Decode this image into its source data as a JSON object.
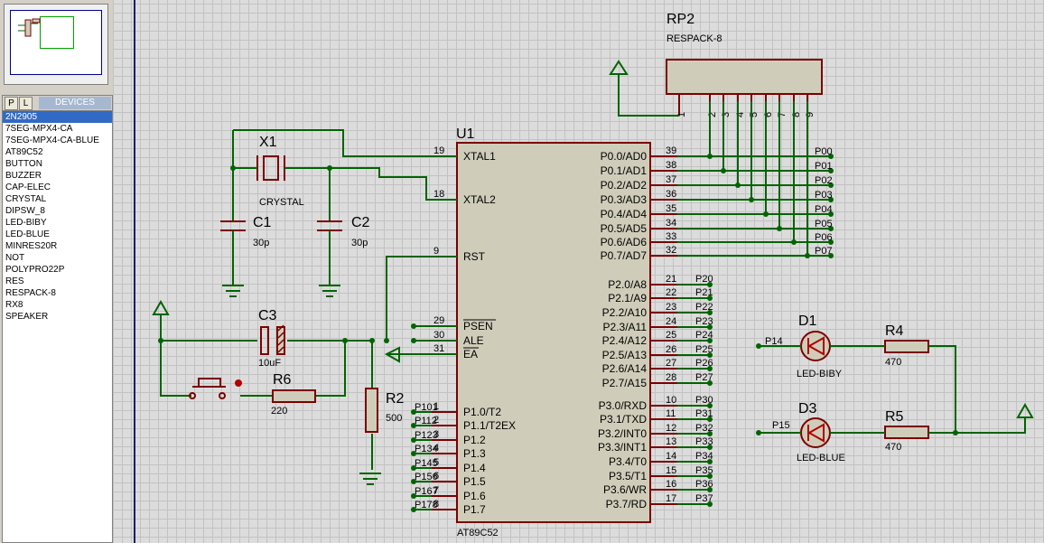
{
  "picker": {
    "tab_p": "P",
    "tab_l": "L",
    "title": "DEVICES",
    "devices": [
      "2N2905",
      "7SEG-MPX4-CA",
      "7SEG-MPX4-CA-BLUE",
      "AT89C52",
      "BUTTON",
      "BUZZER",
      "CAP-ELEC",
      "CRYSTAL",
      "DIPSW_8",
      "LED-BIBY",
      "LED-BLUE",
      "MINRES20R",
      "NOT",
      "POLYPRO22P",
      "RES",
      "RESPACK-8",
      "RX8",
      "SPEAKER"
    ],
    "selected": "2N2905"
  },
  "schematic": {
    "u1": {
      "ref": "U1",
      "value": "AT89C52",
      "left_pins": [
        {
          "num": "19",
          "name": "XTAL1"
        },
        {
          "num": "18",
          "name": "XTAL2"
        },
        {
          "num": "9",
          "name": "RST"
        },
        {
          "num": "29",
          "name": "PSEN"
        },
        {
          "num": "30",
          "name": "ALE"
        },
        {
          "num": "31",
          "name": "EA"
        },
        {
          "num": "1",
          "name": "P1.0/T2"
        },
        {
          "num": "2",
          "name": "P1.1/T2EX"
        },
        {
          "num": "3",
          "name": "P1.2"
        },
        {
          "num": "4",
          "name": "P1.3"
        },
        {
          "num": "5",
          "name": "P1.4"
        },
        {
          "num": "6",
          "name": "P1.5"
        },
        {
          "num": "7",
          "name": "P1.6"
        },
        {
          "num": "8",
          "name": "P1.7"
        }
      ],
      "right_pins": [
        {
          "num": "39",
          "name": "P0.0/AD0"
        },
        {
          "num": "38",
          "name": "P0.1/AD1"
        },
        {
          "num": "37",
          "name": "P0.2/AD2"
        },
        {
          "num": "36",
          "name": "P0.3/AD3"
        },
        {
          "num": "35",
          "name": "P0.4/AD4"
        },
        {
          "num": "34",
          "name": "P0.5/AD5"
        },
        {
          "num": "33",
          "name": "P0.6/AD6"
        },
        {
          "num": "32",
          "name": "P0.7/AD7"
        },
        {
          "num": "21",
          "name": "P2.0/A8"
        },
        {
          "num": "22",
          "name": "P2.1/A9"
        },
        {
          "num": "23",
          "name": "P2.2/A10"
        },
        {
          "num": "24",
          "name": "P2.3/A11"
        },
        {
          "num": "25",
          "name": "P2.4/A12"
        },
        {
          "num": "26",
          "name": "P2.5/A13"
        },
        {
          "num": "27",
          "name": "P2.6/A14"
        },
        {
          "num": "28",
          "name": "P2.7/A15"
        },
        {
          "num": "10",
          "name": "P3.0/RXD"
        },
        {
          "num": "11",
          "name": "P3.1/TXD"
        },
        {
          "num": "12",
          "name": "P3.2/INT0"
        },
        {
          "num": "13",
          "name": "P3.3/INT1"
        },
        {
          "num": "14",
          "name": "P3.4/T0"
        },
        {
          "num": "15",
          "name": "P3.5/T1"
        },
        {
          "num": "16",
          "name": "P3.6/WR"
        },
        {
          "num": "17",
          "name": "P3.7/RD"
        }
      ],
      "p1_labels": [
        "P101",
        "P112",
        "P123",
        "P134",
        "P145",
        "P156",
        "P167",
        "P178"
      ],
      "p0_labels": [
        "P00",
        "P01",
        "P02",
        "P03",
        "P04",
        "P05",
        "P06",
        "P07"
      ],
      "p2_labels": [
        "P20",
        "P21",
        "P22",
        "P23",
        "P24",
        "P25",
        "P26",
        "P27"
      ],
      "p3_labels": [
        "P30",
        "P31",
        "P32",
        "P33",
        "P34",
        "P35",
        "P36",
        "P37"
      ]
    },
    "rp2": {
      "ref": "RP2",
      "value": "RESPACK-8",
      "pins": [
        "1",
        "2",
        "3",
        "4",
        "5",
        "6",
        "7",
        "8",
        "9"
      ]
    },
    "x1": {
      "ref": "X1",
      "value": "CRYSTAL"
    },
    "c1": {
      "ref": "C1",
      "value": "30p"
    },
    "c2": {
      "ref": "C2",
      "value": "30p"
    },
    "c3": {
      "ref": "C3",
      "value": "10uF"
    },
    "r6": {
      "ref": "R6",
      "value": "220"
    },
    "r2": {
      "ref": "R2",
      "value": "500"
    },
    "d1": {
      "ref": "D1",
      "value": "LED-BIBY",
      "net": "P14"
    },
    "r4": {
      "ref": "R4",
      "value": "470"
    },
    "d3": {
      "ref": "D3",
      "value": "LED-BLUE",
      "net": "P15"
    },
    "r5": {
      "ref": "R5",
      "value": "470"
    }
  },
  "colors": {
    "wire": "#006400",
    "component": "#7a0000",
    "body": "#cfcdb9",
    "grid": "#c2c2c2",
    "selection": "#316ac5"
  }
}
